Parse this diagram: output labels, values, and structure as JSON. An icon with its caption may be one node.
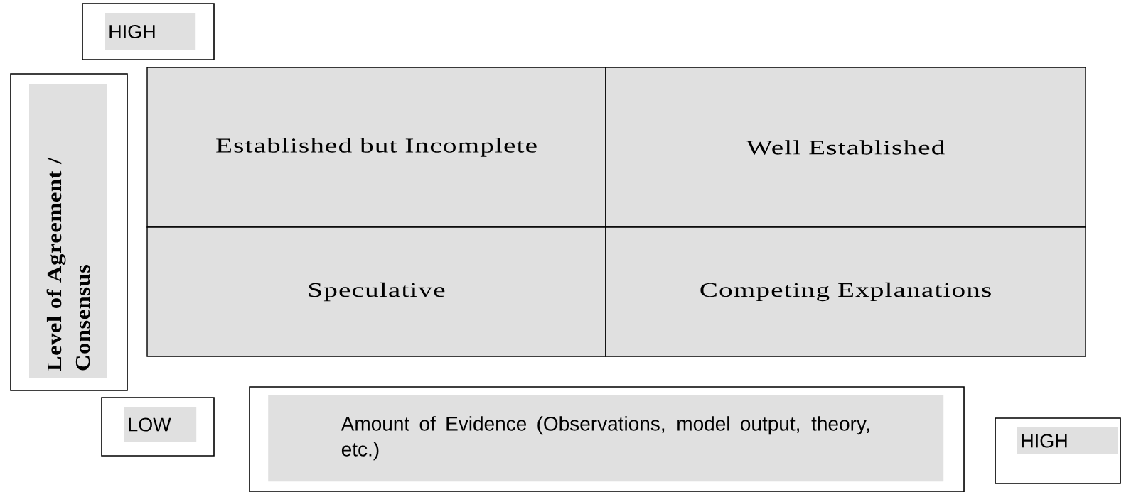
{
  "diagram": {
    "nodes": [
      {
        "text": [
          "HIGH"
        ]
      },
      {
        "text": [
          "Level of Agreement / Consensus"
        ]
      },
      {
        "text": [
          "Established but Incomplete"
        ]
      },
      {
        "text": [
          "Well Established"
        ]
      },
      {
        "text": [
          "Speculative"
        ]
      },
      {
        "text": [
          "Competing Explanations"
        ]
      },
      {
        "text": [
          "LOW"
        ]
      },
      {
        "text": [
          "Amount of Evidence (Observations, model output, theory, etc.)"
        ]
      },
      {
        "text": [
          "HIGH"
        ]
      }
    ]
  }
}
